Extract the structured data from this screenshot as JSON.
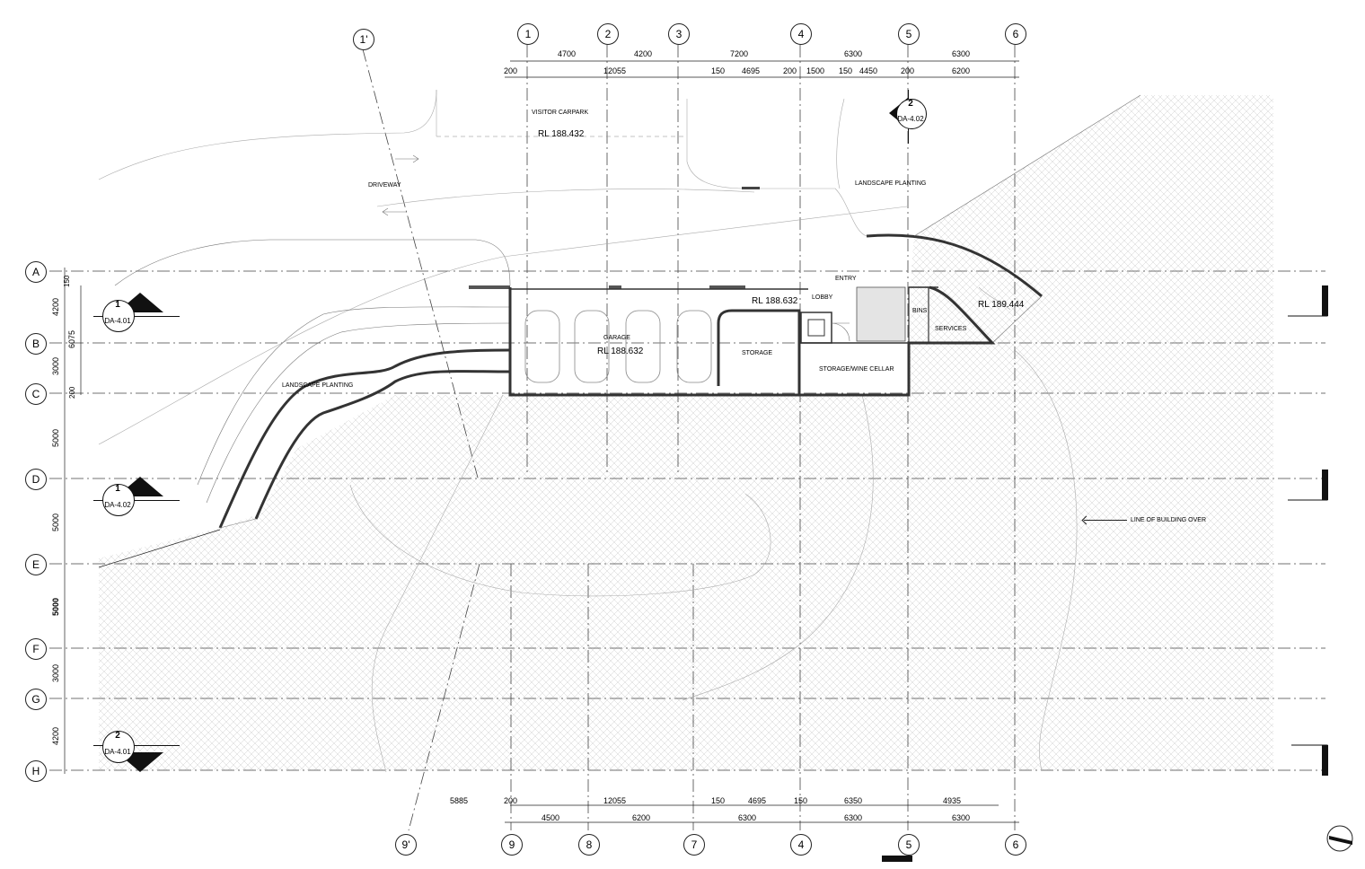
{
  "grid_columns_top": [
    "1",
    "2",
    "3",
    "4",
    "5",
    "6"
  ],
  "grid_column_1_prime": "1'",
  "grid_columns_bottom": [
    "9",
    "8",
    "7",
    "4",
    "5",
    "6"
  ],
  "grid_column_9_prime": "9'",
  "grid_rows": [
    "A",
    "B",
    "C",
    "D",
    "E",
    "F",
    "G",
    "H"
  ],
  "top_dims_upper": [
    "4700",
    "4200",
    "7200",
    "6300",
    "6300"
  ],
  "top_dims_lower": [
    "200",
    "12055",
    "150",
    "4695",
    "200",
    "1500",
    "150",
    "4450",
    "200",
    "6200"
  ],
  "bottom_dims_upper": [
    "5885",
    "200",
    "12055",
    "150",
    "4695",
    "150",
    "6350",
    "4935"
  ],
  "bottom_dims_lower": [
    "4500",
    "6200",
    "6300",
    "6300",
    "6300"
  ],
  "left_dims": [
    "150",
    "4200",
    "6075",
    "3000",
    "200",
    "5000",
    "5000",
    "5000",
    "3000",
    "4200"
  ],
  "section_markers": [
    {
      "num": "1",
      "ref": "DA-4.01"
    },
    {
      "num": "1",
      "ref": "DA-4.02"
    },
    {
      "num": "2",
      "ref": "DA-4.01"
    },
    {
      "num": "2",
      "ref": "DA-4.02"
    }
  ],
  "labels": {
    "visitor_carpark": "VISITOR CARPARK",
    "rl_visitor": "RL 188.432",
    "driveway": "DRIVEWAY",
    "landscape_planting_top": "LANDSCAPE PLANTING",
    "landscape_planting_left": "LANDSCAPE PLANTING",
    "entry": "ENTRY",
    "lobby": "LOBBY",
    "rl_lobby": "RL 188.632",
    "garage": "GARAGE",
    "rl_garage": "RL 188.632",
    "storage": "STORAGE",
    "storage_wine": "STORAGE/WINE CELLAR",
    "bins": "BINS",
    "services": "SERVICES",
    "rl_services": "RL 189.444",
    "line_building_over": "LINE OF BUILDING OVER"
  },
  "colors": {
    "line": "#222222",
    "hatch": "#d9d9d9",
    "lobby_fill": "#e2e2e2"
  }
}
